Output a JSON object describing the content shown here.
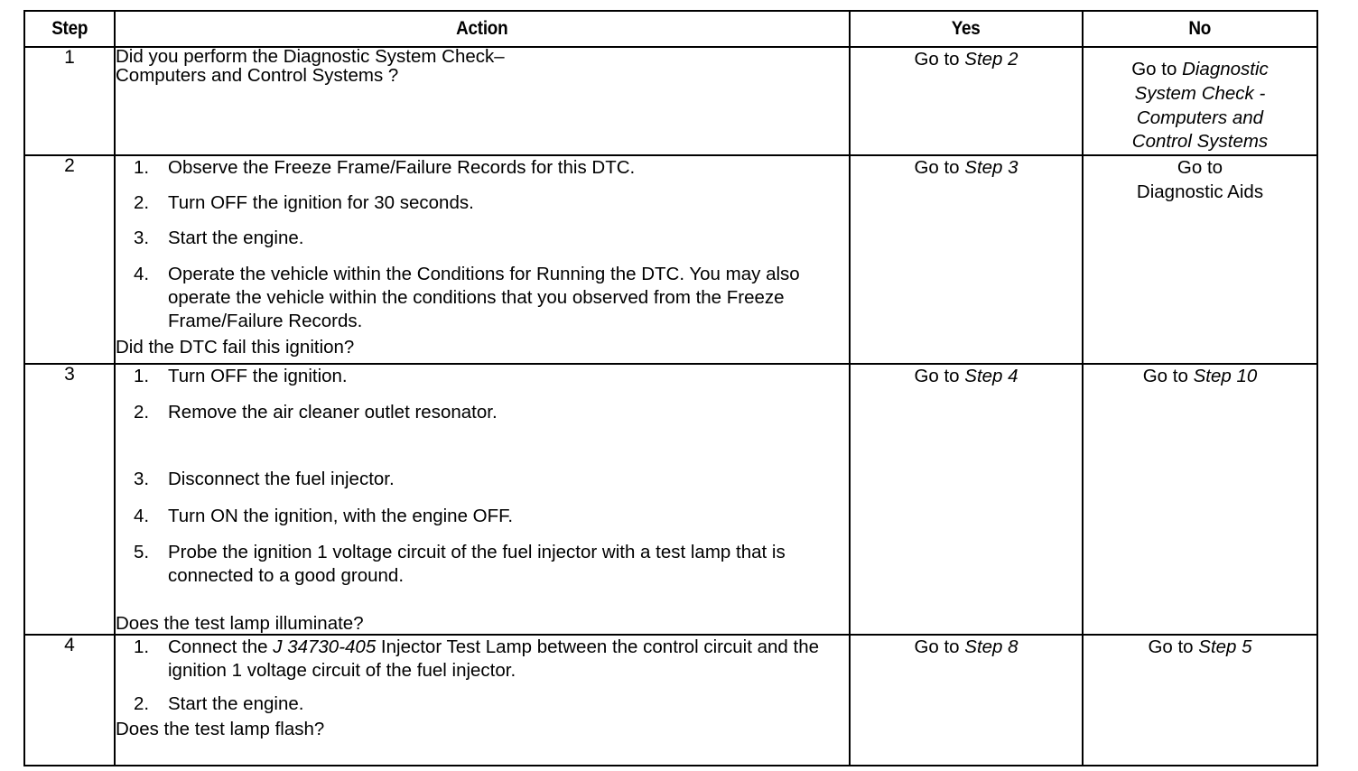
{
  "document": {
    "type": "diagnostic-trouble-code-table",
    "columns": [
      "Step",
      "Action",
      "Yes",
      "No"
    ]
  },
  "table": {
    "headers": {
      "step": "Step",
      "action": "Action",
      "yes": "Yes",
      "no": "No"
    },
    "rows": [
      {
        "step": "1",
        "action": {
          "lead": "Did you perform the Diagnostic System Check–\nComputers and Control Systems ?",
          "items": [],
          "question": ""
        },
        "yes": {
          "prefix": "Go to ",
          "italic": "Step 2",
          "suffix": "",
          "lines": []
        },
        "no": {
          "prefix": "",
          "italic": "",
          "suffix": "",
          "lines": [
            {
              "plain": "Go to ",
              "italic": "Diagnostic"
            },
            {
              "plain": "",
              "italic": "System Check -"
            },
            {
              "plain": "",
              "italic": "Computers and"
            },
            {
              "plain": "",
              "italic": "Control Systems"
            }
          ]
        }
      },
      {
        "step": "2",
        "action": {
          "lead": "",
          "items": [
            {
              "num": "1.",
              "text": "Observe the Freeze Frame/Failure Records for this DTC."
            },
            {
              "num": "2.",
              "text": "Turn OFF the ignition for 30 seconds."
            },
            {
              "num": "3.",
              "text": "Start the engine."
            },
            {
              "num": "4.",
              "text": "Operate the vehicle within the Conditions for Running the DTC. You may also operate the vehicle within the conditions that you observed from the Freeze Frame/Failure Records."
            }
          ],
          "question": "Did the DTC fail this ignition?"
        },
        "yes": {
          "prefix": "Go to ",
          "italic": "Step 3",
          "suffix": "",
          "lines": []
        },
        "no": {
          "prefix": "",
          "italic": "",
          "suffix": "",
          "lines": [
            {
              "plain": "Go to",
              "italic": ""
            },
            {
              "plain": "Diagnostic Aids",
              "italic": ""
            }
          ]
        }
      },
      {
        "step": "3",
        "action": {
          "lead": "",
          "items": [
            {
              "num": "1.",
              "text": "Turn OFF the ignition."
            },
            {
              "num": "2.",
              "text": "Remove the air cleaner outlet resonator.",
              "gap_after": true
            },
            {
              "num": "3.",
              "text": "Disconnect the fuel injector."
            },
            {
              "num": "4.",
              "text": "Turn ON the ignition, with the engine OFF."
            },
            {
              "num": "5.",
              "text": "Probe the ignition 1 voltage circuit of the fuel injector with a test lamp that is connected to a good ground."
            }
          ],
          "question": "Does the test lamp illuminate?"
        },
        "yes": {
          "prefix": "Go to ",
          "italic": "Step 4",
          "suffix": "",
          "lines": []
        },
        "no": {
          "prefix": "Go to ",
          "italic": "Step 10",
          "suffix": "",
          "lines": []
        }
      },
      {
        "step": "4",
        "action": {
          "lead": "",
          "items": [
            {
              "num": "1.",
              "text_pre": "Connect the ",
              "text_italic": "J 34730-405",
              "text_post": " Injector Test Lamp between the control circuit and the ignition 1 voltage circuit of the fuel injector."
            },
            {
              "num": "2.",
              "text": "Start the engine."
            }
          ],
          "question": "Does the test lamp flash?"
        },
        "yes": {
          "prefix": "Go to ",
          "italic": "Step 8",
          "suffix": "",
          "lines": []
        },
        "no": {
          "prefix": "Go to ",
          "italic": "Step 5",
          "suffix": "",
          "lines": []
        }
      }
    ]
  },
  "colors": {
    "ink": "#000000",
    "paper": "#ffffff"
  }
}
